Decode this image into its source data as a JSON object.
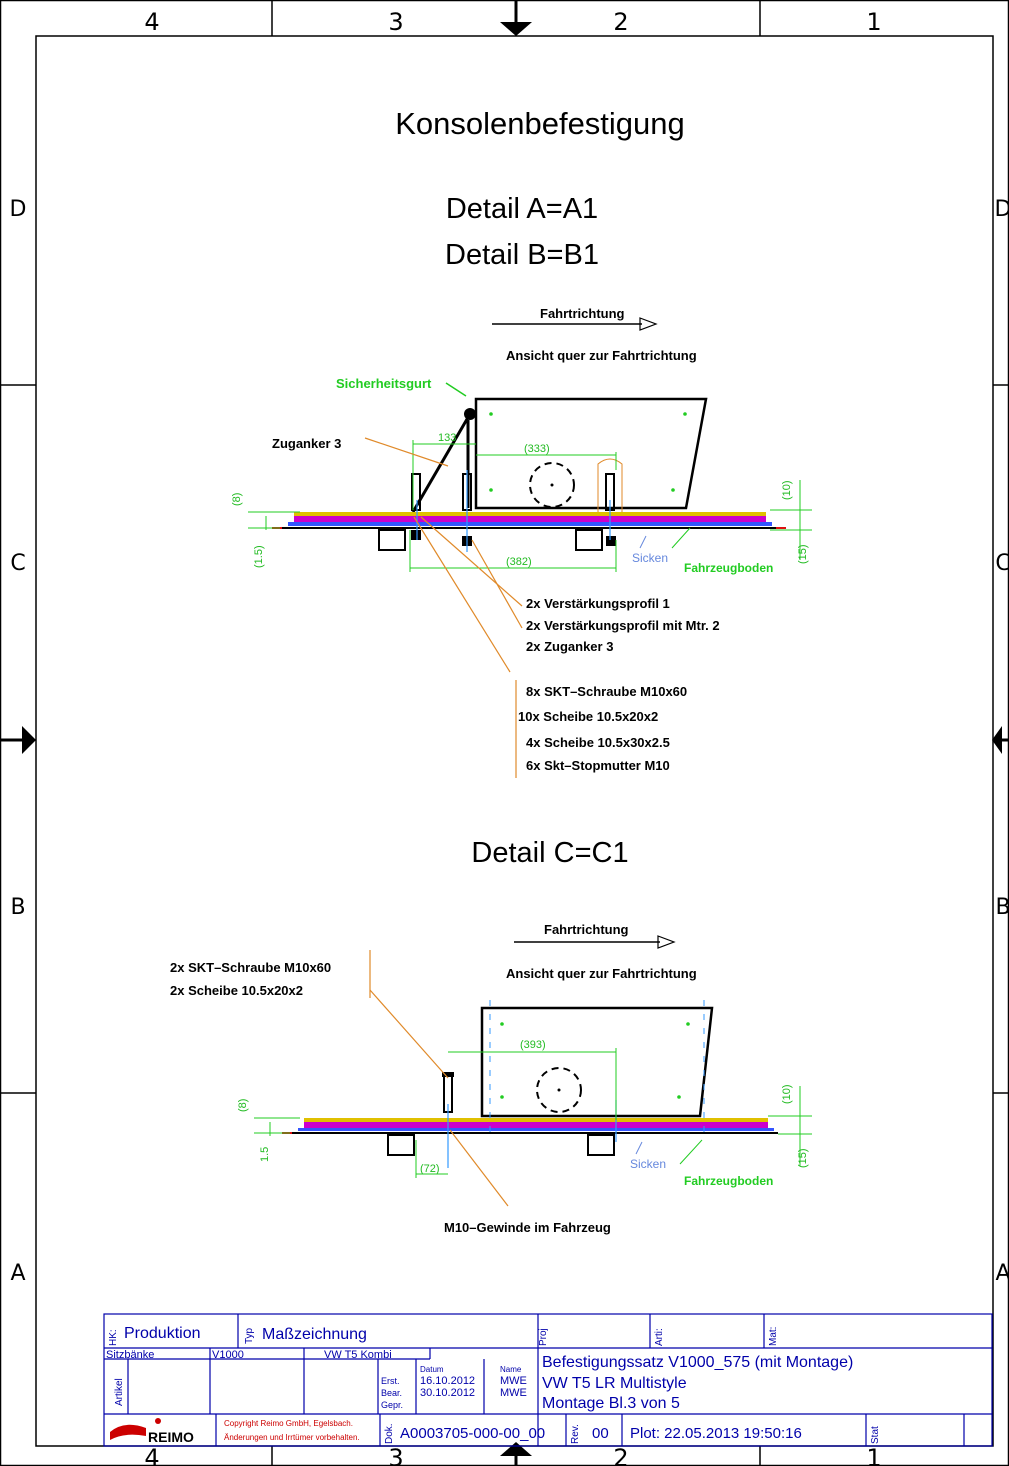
{
  "frame": {
    "columns": [
      "4",
      "3",
      "2",
      "1"
    ],
    "rows": [
      "D",
      "C",
      "B",
      "A"
    ]
  },
  "title": "Konsolenbefestigung",
  "detail_ab": {
    "line1": "Detail  A=A1",
    "line2": "Detail  B=B1",
    "direction": "Fahrtrichtung",
    "view": "Ansicht  quer  zur  Fahrtrichtung",
    "belt": "Sicherheitsgurt",
    "anchor": "Zuganker 3",
    "dims": {
      "d133": "133",
      "d333": "(333)",
      "d382": "(382)",
      "d8": "(8)",
      "d15l": "(1.5)",
      "d10": "(10)",
      "d15r": "(15)"
    },
    "sicken": "Sicken",
    "floor": "Fahrzeugboden",
    "parts_a": [
      "2x Verstärkungsprofil  1",
      "2x Verstärkungsprofil  mit  Mtr.  2",
      "2x Zuganker  3"
    ],
    "parts_b": [
      "8x SKT–Schraube  M10x60",
      "10x Scheibe  10.5x20x2",
      "4x  Scheibe  10.5x30x2.5",
      "6x Skt–Stopmutter  M10"
    ]
  },
  "detail_c": {
    "heading": "Detail  C=C1",
    "direction": "Fahrtrichtung",
    "view": "Ansicht  quer  zur  Fahrtrichtung",
    "parts": [
      "2x  SKT–Schraube  M10x60",
      "2x  Scheibe  10.5x20x2"
    ],
    "dims": {
      "d393": "(393)",
      "d8": "(8)",
      "d15l": "1.5",
      "d72": "(72)",
      "d10": "(10)",
      "d15r": "(15)"
    },
    "sicken": "Sicken",
    "floor": "Fahrzeugboden",
    "thread": "M10–Gewinde  im  Fahrzeug"
  },
  "title_block": {
    "hk": "HK:",
    "hk_value": "Produktion",
    "typ": "Typ",
    "typ_value": "Maßzeichnung",
    "proj": "Proj",
    "arti": "Arti:",
    "mat": "Mat:",
    "row2_a": "Sitzbänke",
    "row2_b": "V1000",
    "row2_c": "VW T5 Kombi",
    "artikel": "Artikel",
    "erst": "Erst.",
    "bear": "Bear.",
    "gepr": "Gepr.",
    "datum": "Datum",
    "date1": "16.10.2012",
    "date2": "30.10.2012",
    "name": "Name",
    "name1": "MWE",
    "name2": "MWE",
    "desc1": "Befestigungssatz  V1000_575  (mit Montage)",
    "desc2": "VW  T5  LR   Multistyle",
    "desc3": "Montage  Bl.3  von  5",
    "logo": "REIMO",
    "copyright1": "Copyright Reimo GmbH, Egelsbach.",
    "copyright2": "Änderungen und Irrtümer vorbehalten.",
    "dok": "Dok.",
    "doc_no": "A0003705-000-00_00",
    "rev": "Rev.",
    "rev_value": "00",
    "plot": "Plot: 22.05.2013  19:50:16",
    "stat": "Stat"
  },
  "colors": {
    "green": "#22cc22",
    "magenta": "#cc00cc",
    "orange": "#e08a2a",
    "blue": "#0000aa",
    "red": "#dd1111"
  }
}
